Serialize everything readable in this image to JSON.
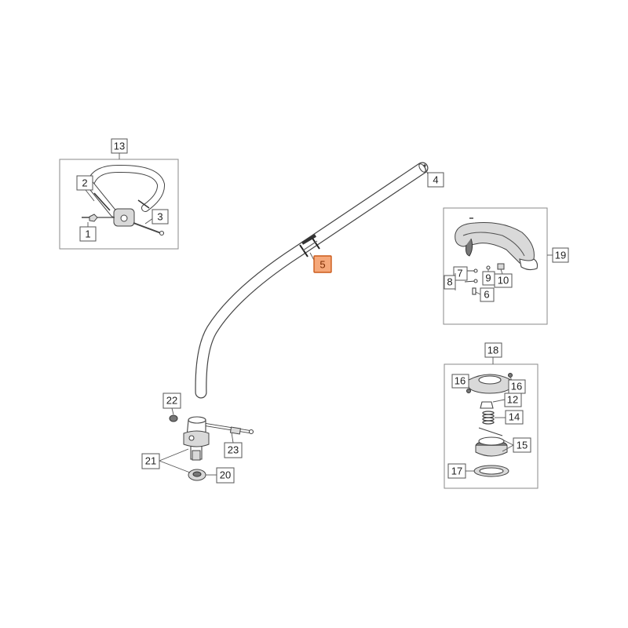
{
  "callouts": {
    "c1": "1",
    "c2": "2",
    "c3": "3",
    "c4": "4",
    "c5": "5",
    "c6": "6",
    "c7": "7",
    "c8": "8",
    "c9": "9",
    "c10": "10",
    "c12": "12",
    "c13": "13",
    "c14": "14",
    "c15": "15",
    "c16a": "16",
    "c16b": "16",
    "c17": "17",
    "c18": "18",
    "c19": "19",
    "c20": "20",
    "c21": "21",
    "c22": "22",
    "c23": "23"
  },
  "highlight": {
    "part": "5",
    "color": "#f5a87a",
    "border": "#cc5a1a"
  }
}
